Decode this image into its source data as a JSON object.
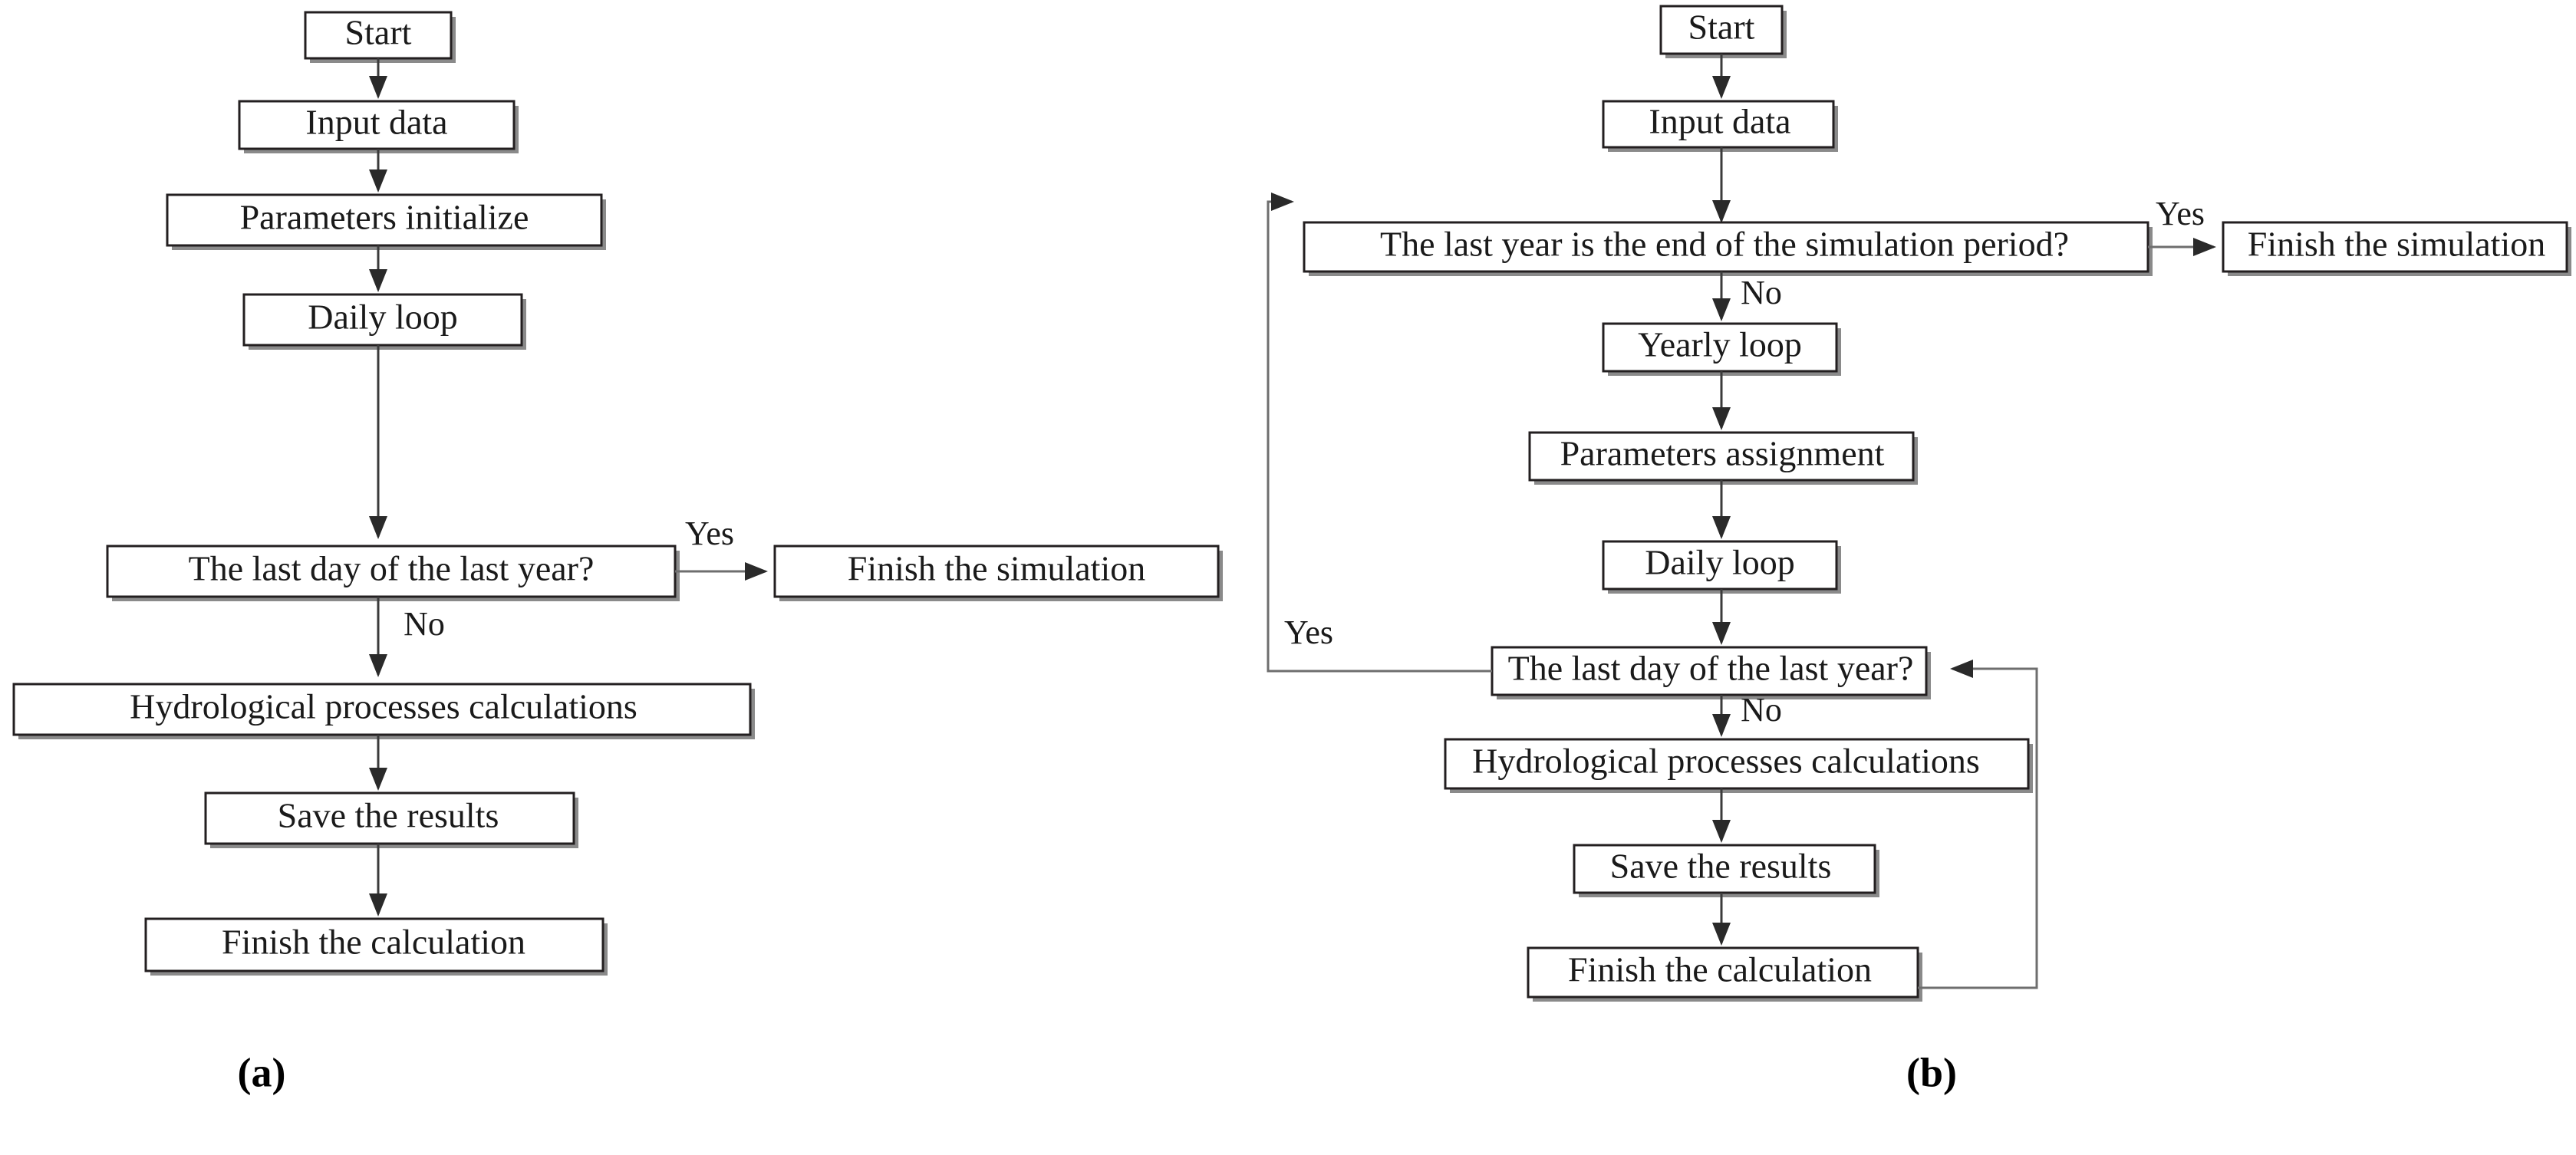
{
  "figure": {
    "caption_a": "(a)",
    "caption_b": "(b)"
  },
  "panel_a": {
    "id": "panel-a",
    "nodes": {
      "start": "Start",
      "input_data": "Input data",
      "parameters_initialize": "Parameters initialize",
      "daily_loop": "Daily loop",
      "decision_last_day": "The last day of the last year?",
      "finish_simulation": "Finish the simulation",
      "hydrological": "Hydrological processes calculations",
      "save_results": "Save the results",
      "finish_calculation": "Finish the calculation"
    },
    "edge_labels": {
      "yes": "Yes",
      "no": "No"
    }
  },
  "panel_b": {
    "id": "panel-b",
    "nodes": {
      "start": "Start",
      "input_data": "Input data",
      "decision_last_year": "The last year is the end of the simulation period?",
      "finish_simulation": "Finish the simulation",
      "yearly_loop": "Yearly loop",
      "parameters_assignment": "Parameters assignment",
      "daily_loop": "Daily loop",
      "decision_last_day": "The last day of the last year?",
      "hydrological": "Hydrological processes calculations",
      "save_results": "Save the results",
      "finish_calculation": "Finish the calculation"
    },
    "edge_labels": {
      "yes_top": "Yes",
      "no_top": "No",
      "yes_loop": "Yes",
      "no_inner": "No"
    }
  },
  "colors": {
    "box_stroke": "#231f20",
    "box_fill": "#ffffff",
    "shadow": "#8a8a8a",
    "edge": "#3b3b3b",
    "text": "#1a1a1a",
    "background": "#ffffff"
  }
}
